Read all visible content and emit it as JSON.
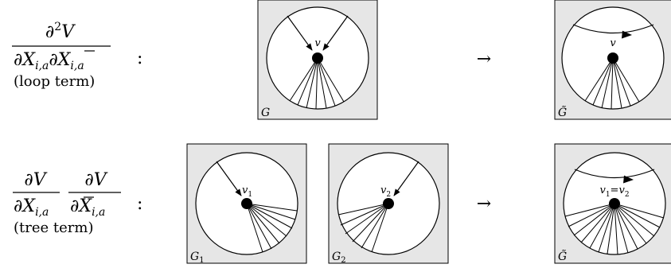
{
  "rows": [
    {
      "id": "loop",
      "lhs": {
        "numerator_symbol": "∂",
        "numerator_power": "2",
        "numerator_var": "V",
        "denominator": {
          "d1": "∂",
          "x1": "X",
          "sub1": "i,a",
          "d2": "∂",
          "x2": "X",
          "sub2": "i,a"
        },
        "caption": "(loop term)",
        "colon": ":"
      },
      "input_graphs": [
        {
          "corner_label": "G",
          "vertex_label": "v"
        }
      ],
      "arrow": "→",
      "output_graph": {
        "corner_label": "G̃",
        "vertex_label": "v"
      }
    },
    {
      "id": "tree",
      "lhs": {
        "frac1": {
          "num_d": "∂",
          "num_var": "V",
          "den_d": "∂",
          "den_var": "X",
          "den_sub": "i,a"
        },
        "frac2": {
          "num_d": "∂",
          "num_var": "V",
          "den_d": "∂",
          "den_var": "X",
          "den_sub": "i,a"
        },
        "caption": "(tree term)",
        "colon": ":"
      },
      "input_graphs": [
        {
          "corner_label": "G",
          "corner_sub": "1",
          "vertex_label": "v",
          "vertex_sub": "1"
        },
        {
          "corner_label": "G",
          "corner_sub": "2",
          "vertex_label": "v",
          "vertex_sub": "2"
        }
      ],
      "arrow": "→",
      "output_graph": {
        "corner_label": "G̃",
        "vertex_label": "v",
        "vertex_sub1": "1",
        "eq": "=",
        "vertex_sub2": "2"
      }
    }
  ],
  "colors": {
    "panel_fill": "#e6e6e6",
    "stroke": "#000000",
    "disk_fill": "#ffffff"
  }
}
